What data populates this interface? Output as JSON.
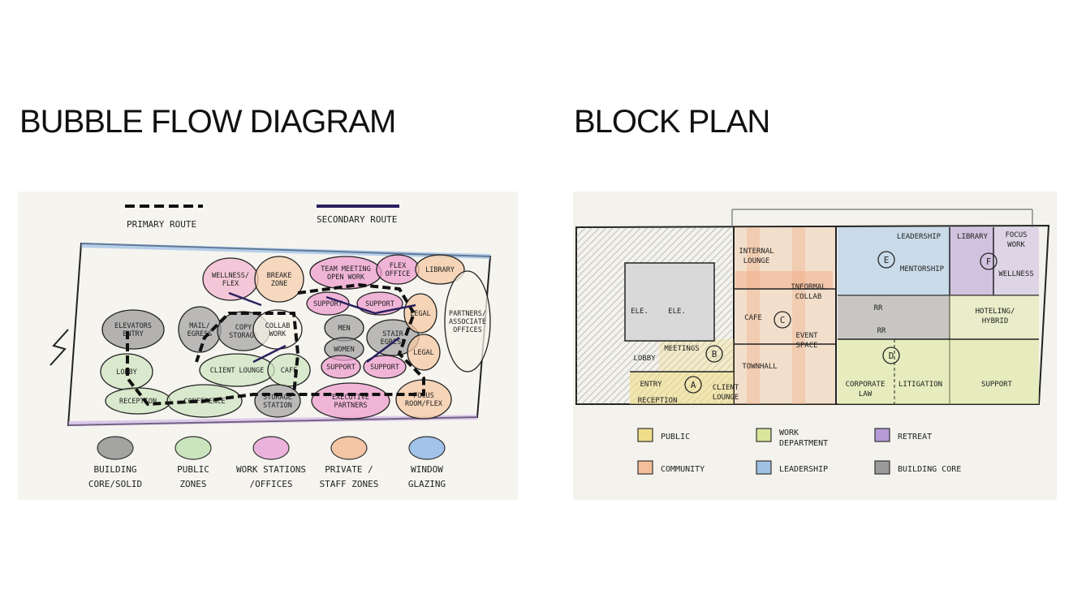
{
  "titles": {
    "bubble": "BUBBLE FLOW DIAGRAM",
    "block": "BLOCK PLAN"
  },
  "bubble_diagram": {
    "routes": {
      "primary": "PRIMARY ROUTE",
      "secondary": "SECONDARY ROUTE"
    },
    "bubbles": [
      {
        "id": "wellness",
        "l1": "WELLNESS/",
        "l2": "FLEX",
        "color": "#f2b8cf"
      },
      {
        "id": "break",
        "l1": "BREAKE",
        "l2": "ZONE",
        "color": "#f6cfae"
      },
      {
        "id": "team",
        "l1": "TEAM MEETING",
        "l2": "OPEN WORK",
        "color": "#ee9fcf"
      },
      {
        "id": "flexoffice",
        "l1": "FLEX",
        "l2": "OFFICE",
        "color": "#ee9fcf"
      },
      {
        "id": "library",
        "l1": "LIBRARY",
        "l2": "",
        "color": "#f6c9a4"
      },
      {
        "id": "partners",
        "l1": "PARTNERS/",
        "l2": "ASSOCIATE",
        "l3": "OFFICES",
        "color": "#f7f4ea"
      },
      {
        "id": "elevators",
        "l1": "ELEVATORS",
        "l2": "ENTRY",
        "color": "#9c9c9c"
      },
      {
        "id": "mail",
        "l1": "MAIL/",
        "l2": "EGRESS",
        "color": "#a5a5a5"
      },
      {
        "id": "copy",
        "l1": "COPY",
        "l2": "STORAGE",
        "color": "#a5a5a5"
      },
      {
        "id": "collab",
        "l1": "COLLAB",
        "l2": "WORK",
        "color": "#f7f4ea"
      },
      {
        "id": "support1",
        "l1": "SUPPORT",
        "l2": "",
        "color": "#ee9fcf"
      },
      {
        "id": "support2",
        "l1": "SUPPORT",
        "l2": "",
        "color": "#ee9fcf"
      },
      {
        "id": "men",
        "l1": "MEN",
        "l2": "",
        "color": "#a5a5a5"
      },
      {
        "id": "women",
        "l1": "WOMEN",
        "l2": "",
        "color": "#a5a5a5"
      },
      {
        "id": "stair",
        "l1": "STAIR",
        "l2": "EGRESS",
        "color": "#a5a5a5"
      },
      {
        "id": "legal1",
        "l1": "LEGAL",
        "l2": "",
        "color": "#f6c9a4"
      },
      {
        "id": "legal2",
        "l1": "LEGAL",
        "l2": "",
        "color": "#f6c9a4"
      },
      {
        "id": "lobby",
        "l1": "LOBBY",
        "l2": "",
        "color": "#cfe6c2"
      },
      {
        "id": "clientlounge",
        "l1": "CLIENT LOUNGE",
        "l2": "",
        "color": "#cfe6c2"
      },
      {
        "id": "cafe",
        "l1": "CAFE",
        "l2": "",
        "color": "#cfe6c2"
      },
      {
        "id": "support3",
        "l1": "SUPPORT",
        "l2": "",
        "color": "#ee9fcf"
      },
      {
        "id": "support4",
        "l1": "SUPPORT",
        "l2": "",
        "color": "#ee9fcf"
      },
      {
        "id": "reception",
        "l1": "RECEPTION",
        "l2": "",
        "color": "#cfe6c2"
      },
      {
        "id": "conference",
        "l1": "CONFERENCE",
        "l2": "",
        "color": "#cfe6c2"
      },
      {
        "id": "storage",
        "l1": "STORAGE",
        "l2": "STATION",
        "color": "#a5a5a5"
      },
      {
        "id": "executive",
        "l1": "EXECUTIVE",
        "l2": "PARTNERS",
        "color": "#ee9fcf"
      },
      {
        "id": "focus",
        "l1": "FOCUS",
        "l2": "ROOM/FLEX",
        "color": "#f6c9a4"
      }
    ],
    "legend": [
      {
        "l1": "BUILDING",
        "l2": "CORE/SOLID",
        "color": "#8f8f8f"
      },
      {
        "l1": "PUBLIC",
        "l2": "ZONES",
        "color": "#bfe0b0"
      },
      {
        "l1": "WORK STATIONS",
        "l2": "/OFFICES",
        "color": "#e9a2d6"
      },
      {
        "l1": "PRIVATE /",
        "l2": "STAFF ZONES",
        "color": "#f2b992"
      },
      {
        "l1": "WINDOW",
        "l2": "GLAZING",
        "color": "#8cb6e6"
      }
    ]
  },
  "block_plan": {
    "rooms": {
      "internal_lounge": [
        "INTERNAL",
        "LOUNGE"
      ],
      "informal_collab": [
        "INFORMAL",
        "COLLAB"
      ],
      "cafe": "CAFE",
      "event_space": [
        "EVENT",
        "SPACE"
      ],
      "townhall": "TOWNHALL",
      "leadership": "LEADERSHIP",
      "mentorship": "MENTORSHIP",
      "library": "LIBRARY",
      "focus_work": [
        "FOCUS",
        "WORK"
      ],
      "wellness": "WELLNESS",
      "hoteling": [
        "HOTELING/",
        "HYBRID"
      ],
      "corporate_law": [
        "CORPORATE",
        "LAW"
      ],
      "litigation": "LITIGATION",
      "support": "SUPPORT",
      "meetings": "MEETINGS",
      "entry": "ENTRY",
      "lobby": "LOBBY",
      "reception": "RECEPTION",
      "client_lounge": [
        "CLIENT",
        "LOUNGE"
      ],
      "ele1": "ELE.",
      "ele2": "ELE.",
      "rr1": "RR",
      "rr2": "RR"
    },
    "zone_letters": [
      "A",
      "B",
      "C",
      "D",
      "E",
      "F"
    ],
    "legend": [
      {
        "label": "PUBLIC",
        "color": "#f0dd88"
      },
      {
        "label": "WORK DEPARTMENT",
        "color": "#d9e59a"
      },
      {
        "label": "RETREAT",
        "color": "#b59ad6"
      },
      {
        "label": "COMMUNITY",
        "color": "#f2bf9a"
      },
      {
        "label": "LEADERSHIP",
        "color": "#9fc1e3"
      },
      {
        "label": "BUILDING CORE",
        "color": "#9a9a9a"
      }
    ]
  }
}
